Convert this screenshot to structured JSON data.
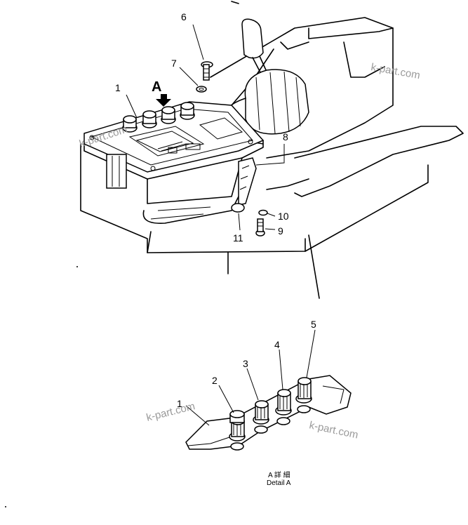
{
  "diagram": {
    "callouts": {
      "c1_top": "1",
      "c6": "6",
      "c7": "7",
      "c8": "8",
      "c9": "9",
      "c10": "10",
      "c11": "11",
      "cA": "A",
      "c1_detail": "1",
      "c2": "2",
      "c3": "3",
      "c4": "4",
      "c5": "5"
    },
    "watermarks": [
      "k-part.com",
      "k-part.com",
      "k-part.com",
      "k-part.com"
    ],
    "caption": {
      "japanese": "A 詳 細",
      "english": "Detail A"
    }
  }
}
